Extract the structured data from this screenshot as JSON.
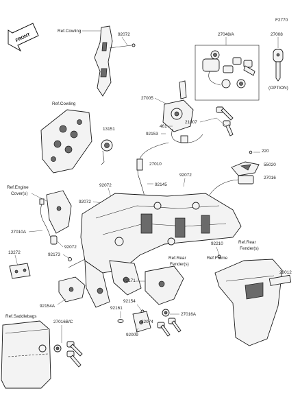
{
  "figure_id": "F2770",
  "front_mark": "FRONT",
  "option_label": "(OPTION)",
  "refs": {
    "cowling_top": "Ref.Cowling",
    "cowling_mid": "Ref.Cowling",
    "engine_cover_1": "Ref.Engine",
    "engine_cover_2": "Cover(s)",
    "saddlebags": "Ref.Saddlebags",
    "rear_fender_right_1": "Ref.Rear",
    "rear_fender_right_2": "Fender(s)",
    "rear_fender_mid_1": "Ref.Rear",
    "rear_fender_mid_2": "Fender(s)",
    "frame": "Ref.Frame"
  },
  "parts": {
    "p92072_top": "92072",
    "p27048": "27048/A",
    "p27008": "27008",
    "p27005": "27005",
    "p13151": "13151",
    "p461": "461",
    "p92153": "92153",
    "p21007": "21007",
    "p27010": "27010",
    "p220": "220",
    "p55020": "55020",
    "p27016": "27016",
    "p92072_a": "92072",
    "p92145": "92145",
    "p92072_b": "92072",
    "p92072_c": "92072",
    "p27010A": "27010A",
    "p92072_d": "92072",
    "p92173": "92173",
    "p13272": "13272",
    "p92210": "92210",
    "p28012": "28012",
    "p92171": "92171",
    "p92154": "92154",
    "p92154A": "92154A",
    "p92161": "92161",
    "p32074": "32074",
    "p27016A": "27016A",
    "p92009": "92009",
    "p27016BC": "27016B/C"
  }
}
